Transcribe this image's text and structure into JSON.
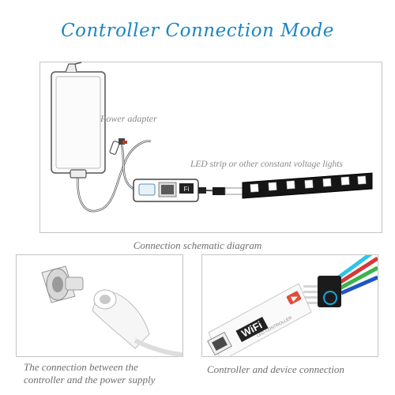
{
  "title": "Controller  Connection Mode",
  "colors": {
    "title": "#1a86c4",
    "frame": "#c4c4c4",
    "caption": "#6f6f6f",
    "label": "#8a8a8a"
  },
  "schematic": {
    "power_adapter_label": "Power adapter",
    "led_strip_label": "LED strip or other constant voltage lights",
    "controller_badge": "WiFi",
    "caption": "Connection schematic diagram"
  },
  "panel_power": {
    "caption_lines": [
      "The connection between the",
      "controller and the power supply"
    ]
  },
  "panel_device": {
    "controller_badge": "WiFi",
    "controller_text": "LED CONTROLLER",
    "caption": "Controller and device connection"
  },
  "icons": [
    "power-adapter-icon",
    "wifi-controller-icon",
    "led-strip-icon",
    "dc-plug-icon",
    "rgb-connector-icon"
  ]
}
